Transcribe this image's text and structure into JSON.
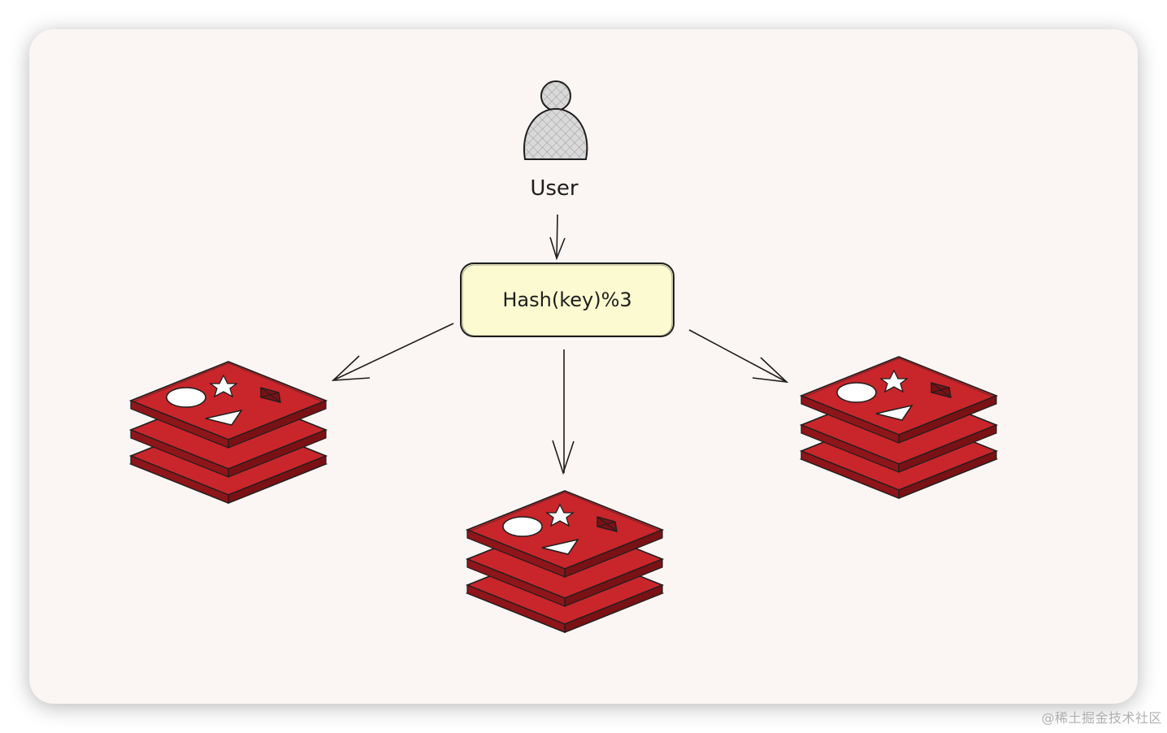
{
  "diagram": {
    "user_label": "User",
    "hash_box_label": "Hash(key)%3",
    "watermark": "@稀土掘金技术社区"
  },
  "colors": {
    "card_background": "#fbf5f3",
    "hash_box_fill": "#fbfad0",
    "redis_top": "#c8262b",
    "redis_side": "#8e1519",
    "user_fill": "#d8d8d8",
    "stroke": "#1e1e1e"
  },
  "nodes": [
    {
      "id": "user",
      "icon": "user-icon"
    },
    {
      "id": "hash",
      "icon": "hash-box"
    },
    {
      "id": "redis-1",
      "icon": "redis-icon"
    },
    {
      "id": "redis-2",
      "icon": "redis-icon"
    },
    {
      "id": "redis-3",
      "icon": "redis-icon"
    }
  ],
  "edges": [
    {
      "from": "user",
      "to": "hash"
    },
    {
      "from": "hash",
      "to": "redis-1"
    },
    {
      "from": "hash",
      "to": "redis-2"
    },
    {
      "from": "hash",
      "to": "redis-3"
    }
  ]
}
